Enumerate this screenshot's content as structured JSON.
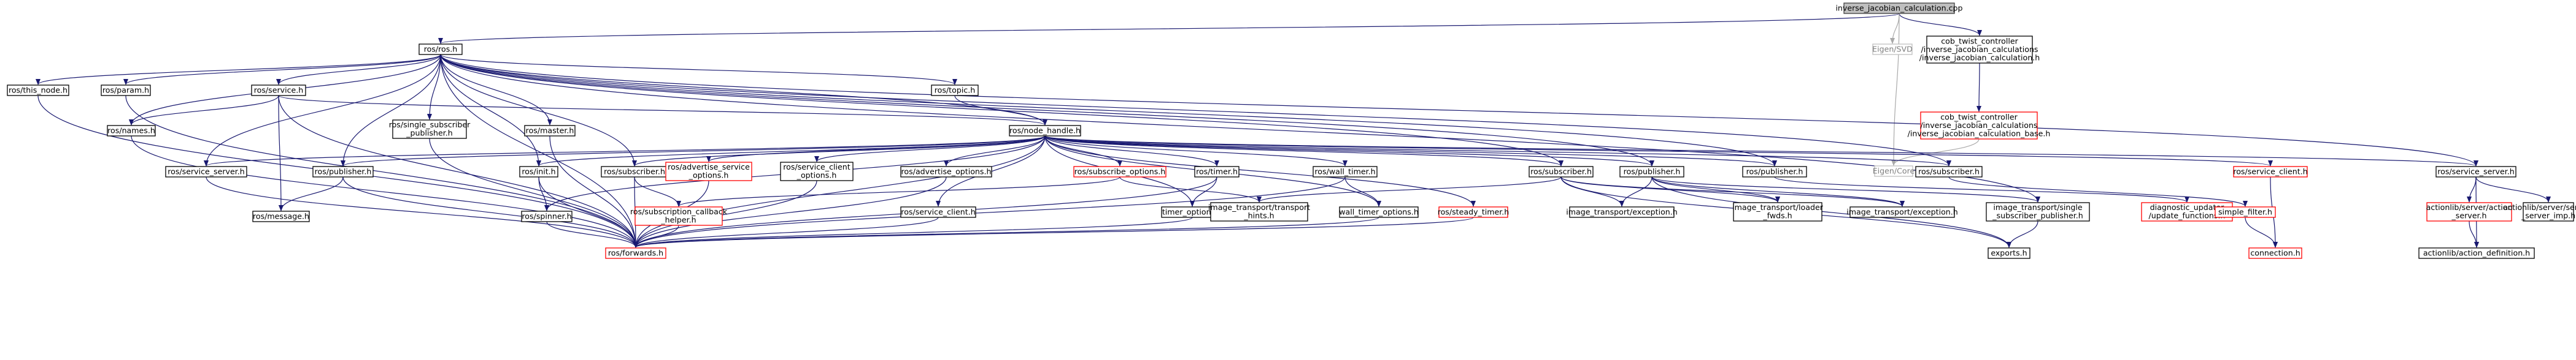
{
  "graph": {
    "nodes": [
      {
        "id": "root",
        "lines": [
          "inverse_jacobian_calculation.cpp"
        ],
        "style": "root"
      },
      {
        "id": "ros_ros",
        "lines": [
          "ros/ros.h"
        ],
        "style": "normal"
      },
      {
        "id": "eigen_svd",
        "lines": [
          "Eigen/SVD"
        ],
        "style": "gray"
      },
      {
        "id": "cob_calc",
        "lines": [
          "cob_twist_controller",
          "/inverse_jacobian_calculations",
          "/inverse_jacobian_calculation.h"
        ],
        "style": "normal"
      },
      {
        "id": "cob_calc_base",
        "lines": [
          "cob_twist_controller",
          "/inverse_jacobian_calculations",
          "/inverse_jacobian_calculation_base.h"
        ],
        "style": "red"
      },
      {
        "id": "eigen_core",
        "lines": [
          "Eigen/Core"
        ],
        "style": "gray"
      },
      {
        "id": "this_node",
        "lines": [
          "ros/this_node.h"
        ],
        "style": "normal"
      },
      {
        "id": "param",
        "lines": [
          "ros/param.h"
        ],
        "style": "normal"
      },
      {
        "id": "service",
        "lines": [
          "ros/service.h"
        ],
        "style": "normal"
      },
      {
        "id": "names",
        "lines": [
          "ros/names.h"
        ],
        "style": "normal"
      },
      {
        "id": "single_sub_pub",
        "lines": [
          "ros/single_subscriber",
          "_publisher.h"
        ],
        "style": "normal"
      },
      {
        "id": "master",
        "lines": [
          "ros/master.h"
        ],
        "style": "normal"
      },
      {
        "id": "topic",
        "lines": [
          "ros/topic.h"
        ],
        "style": "normal"
      },
      {
        "id": "node_handle",
        "lines": [
          "ros/node_handle.h"
        ],
        "style": "normal"
      },
      {
        "id": "service_server_left",
        "lines": [
          "ros/service_server.h"
        ],
        "style": "normal"
      },
      {
        "id": "publisher_left",
        "lines": [
          "ros/publisher.h"
        ],
        "style": "normal"
      },
      {
        "id": "message",
        "lines": [
          "ros/message.h"
        ],
        "style": "normal"
      },
      {
        "id": "init",
        "lines": [
          "ros/init.h"
        ],
        "style": "normal"
      },
      {
        "id": "spinner",
        "lines": [
          "ros/spinner.h"
        ],
        "style": "normal"
      },
      {
        "id": "subscriber_left",
        "lines": [
          "ros/subscriber.h"
        ],
        "style": "normal"
      },
      {
        "id": "sub_cb_helper",
        "lines": [
          "ros/subscription_callback",
          "_helper.h"
        ],
        "style": "red"
      },
      {
        "id": "adv_service_opts",
        "lines": [
          "ros/advertise_service",
          "_options.h"
        ],
        "style": "red"
      },
      {
        "id": "service_client_opts",
        "lines": [
          "ros/service_client",
          "_options.h"
        ],
        "style": "normal"
      },
      {
        "id": "adv_opts",
        "lines": [
          "ros/advertise_options.h"
        ],
        "style": "normal"
      },
      {
        "id": "service_client_left",
        "lines": [
          "ros/service_client.h"
        ],
        "style": "normal"
      },
      {
        "id": "subscribe_opts",
        "lines": [
          "ros/subscribe_options.h"
        ],
        "style": "red"
      },
      {
        "id": "timer",
        "lines": [
          "ros/timer.h"
        ],
        "style": "normal"
      },
      {
        "id": "timer_opts",
        "lines": [
          "timer_options.h"
        ],
        "style": "normal"
      },
      {
        "id": "it_transport_hints",
        "lines": [
          "image_transport/transport",
          "_hints.h"
        ],
        "style": "normal"
      },
      {
        "id": "wall_timer",
        "lines": [
          "ros/wall_timer.h"
        ],
        "style": "normal"
      },
      {
        "id": "wall_timer_opts",
        "lines": [
          "wall_timer_options.h"
        ],
        "style": "normal"
      },
      {
        "id": "steady_timer",
        "lines": [
          "ros/steady_timer.h"
        ],
        "style": "red"
      },
      {
        "id": "forwards",
        "lines": [
          "ros/forwards.h"
        ],
        "style": "red"
      },
      {
        "id": "it_subscriber",
        "lines": [
          "ros/subscriber.h"
        ],
        "style": "normal"
      },
      {
        "id": "it_exception_a",
        "lines": [
          "image_transport/exception.h"
        ],
        "style": "normal"
      },
      {
        "id": "it_loader_fwds",
        "lines": [
          "image_transport/loader",
          "_fwds.h"
        ],
        "style": "normal"
      },
      {
        "id": "it_publisher",
        "lines": [
          "ros/publisher.h"
        ],
        "style": "normal"
      },
      {
        "id": "it_exception_b",
        "lines": [
          "image_transport/exception.h"
        ],
        "style": "normal"
      },
      {
        "id": "it_single_sub_pub",
        "lines": [
          "image_transport/single",
          "_subscriber_publisher.h"
        ],
        "style": "normal"
      },
      {
        "id": "exports",
        "lines": [
          "exports.h"
        ],
        "style": "normal"
      },
      {
        "id": "publisher_right",
        "lines": [
          "ros/publisher.h"
        ],
        "style": "normal"
      },
      {
        "id": "diag_updater",
        "lines": [
          "diagnostic_updater",
          "/update_functions.h"
        ],
        "style": "red"
      },
      {
        "id": "subscriber_right",
        "lines": [
          "ros/subscriber.h"
        ],
        "style": "normal"
      },
      {
        "id": "simple_filter",
        "lines": [
          "simple_filter.h"
        ],
        "style": "red"
      },
      {
        "id": "connection",
        "lines": [
          "connection.h"
        ],
        "style": "red"
      },
      {
        "id": "service_client_right",
        "lines": [
          "ros/service_client.h"
        ],
        "style": "red"
      },
      {
        "id": "service_server_right",
        "lines": [
          "ros/service_server.h"
        ],
        "style": "normal"
      },
      {
        "id": "al_action_server",
        "lines": [
          "actionlib/server/action",
          "_server.h"
        ],
        "style": "red"
      },
      {
        "id": "al_service_server_imp",
        "lines": [
          "actionlib/server/service",
          "_server_imp.h"
        ],
        "style": "normal"
      },
      {
        "id": "al_action_def",
        "lines": [
          "actionlib/action_definition.h"
        ],
        "style": "normal"
      }
    ],
    "edges": [
      [
        "root",
        "ros_ros"
      ],
      [
        "root",
        "eigen_svd"
      ],
      [
        "root",
        "cob_calc"
      ],
      [
        "root",
        "eigen_core"
      ],
      [
        "cob_calc",
        "cob_calc_base"
      ],
      [
        "cob_calc_base",
        "eigen_core"
      ],
      [
        "ros_ros",
        "this_node"
      ],
      [
        "ros_ros",
        "param"
      ],
      [
        "ros_ros",
        "names"
      ],
      [
        "ros_ros",
        "service"
      ],
      [
        "ros_ros",
        "single_sub_pub"
      ],
      [
        "ros_ros",
        "master"
      ],
      [
        "ros_ros",
        "topic"
      ],
      [
        "ros_ros",
        "node_handle"
      ],
      [
        "ros_ros",
        "service_server_left"
      ],
      [
        "ros_ros",
        "publisher_left"
      ],
      [
        "ros_ros",
        "init"
      ],
      [
        "ros_ros",
        "subscriber_left"
      ],
      [
        "ros_ros",
        "it_subscriber"
      ],
      [
        "ros_ros",
        "it_publisher"
      ],
      [
        "ros_ros",
        "publisher_right"
      ],
      [
        "ros_ros",
        "subscriber_right"
      ],
      [
        "ros_ros",
        "service_server_right"
      ],
      [
        "ros_ros",
        "it_single_sub_pub"
      ],
      [
        "ros_ros",
        "forwards"
      ],
      [
        "this_node",
        "forwards"
      ],
      [
        "param",
        "forwards"
      ],
      [
        "names",
        "forwards"
      ],
      [
        "service",
        "names"
      ],
      [
        "service",
        "node_handle"
      ],
      [
        "service",
        "message"
      ],
      [
        "service",
        "forwards"
      ],
      [
        "single_sub_pub",
        "forwards"
      ],
      [
        "master",
        "forwards"
      ],
      [
        "topic",
        "node_handle"
      ],
      [
        "node_handle",
        "service_server_left"
      ],
      [
        "node_handle",
        "publisher_left"
      ],
      [
        "node_handle",
        "init"
      ],
      [
        "node_handle",
        "spinner"
      ],
      [
        "node_handle",
        "subscriber_left"
      ],
      [
        "node_handle",
        "adv_service_opts"
      ],
      [
        "node_handle",
        "service_client_opts"
      ],
      [
        "node_handle",
        "adv_opts"
      ],
      [
        "node_handle",
        "service_client_left"
      ],
      [
        "node_handle",
        "subscribe_opts"
      ],
      [
        "node_handle",
        "timer"
      ],
      [
        "node_handle",
        "timer_opts"
      ],
      [
        "node_handle",
        "wall_timer"
      ],
      [
        "node_handle",
        "wall_timer_opts"
      ],
      [
        "node_handle",
        "steady_timer"
      ],
      [
        "node_handle",
        "forwards"
      ],
      [
        "node_handle",
        "it_subscriber"
      ],
      [
        "node_handle",
        "it_publisher"
      ],
      [
        "node_handle",
        "publisher_right"
      ],
      [
        "node_handle",
        "subscriber_right"
      ],
      [
        "node_handle",
        "service_client_right"
      ],
      [
        "node_handle",
        "service_server_right"
      ],
      [
        "service_server_left",
        "forwards"
      ],
      [
        "publisher_left",
        "message"
      ],
      [
        "publisher_left",
        "forwards"
      ],
      [
        "init",
        "spinner"
      ],
      [
        "init",
        "forwards"
      ],
      [
        "spinner",
        "forwards"
      ],
      [
        "subscriber_left",
        "sub_cb_helper"
      ],
      [
        "subscriber_left",
        "forwards"
      ],
      [
        "sub_cb_helper",
        "forwards"
      ],
      [
        "adv_service_opts",
        "forwards"
      ],
      [
        "service_client_opts",
        "forwards"
      ],
      [
        "adv_opts",
        "forwards"
      ],
      [
        "service_client_left",
        "forwards"
      ],
      [
        "subscribe_opts",
        "sub_cb_helper"
      ],
      [
        "subscribe_opts",
        "it_transport_hints"
      ],
      [
        "timer",
        "timer_opts"
      ],
      [
        "timer",
        "forwards"
      ],
      [
        "timer_opts",
        "forwards"
      ],
      [
        "wall_timer",
        "wall_timer_opts"
      ],
      [
        "wall_timer",
        "forwards"
      ],
      [
        "wall_timer_opts",
        "forwards"
      ],
      [
        "steady_timer",
        "forwards"
      ],
      [
        "it_subscriber",
        "it_transport_hints"
      ],
      [
        "it_subscriber",
        "it_exception_a"
      ],
      [
        "it_subscriber",
        "it_loader_fwds"
      ],
      [
        "it_subscriber",
        "it_exception_b"
      ],
      [
        "it_subscriber",
        "exports"
      ],
      [
        "it_publisher",
        "it_exception_a"
      ],
      [
        "it_publisher",
        "it_loader_fwds"
      ],
      [
        "it_publisher",
        "it_exception_b"
      ],
      [
        "it_publisher",
        "it_single_sub_pub"
      ],
      [
        "it_publisher",
        "exports"
      ],
      [
        "it_single_sub_pub",
        "exports"
      ],
      [
        "publisher_right",
        "diag_updater"
      ],
      [
        "subscriber_right",
        "simple_filter"
      ],
      [
        "simple_filter",
        "connection"
      ],
      [
        "service_client_right",
        "connection"
      ],
      [
        "service_server_right",
        "al_action_server"
      ],
      [
        "service_server_right",
        "al_service_server_imp"
      ],
      [
        "service_server_right",
        "al_action_def"
      ],
      [
        "al_action_server",
        "al_action_def"
      ]
    ],
    "gray_edges": [
      [
        "root",
        "eigen_svd"
      ],
      [
        "root",
        "eigen_core"
      ],
      [
        "cob_calc_base",
        "eigen_core"
      ]
    ]
  }
}
